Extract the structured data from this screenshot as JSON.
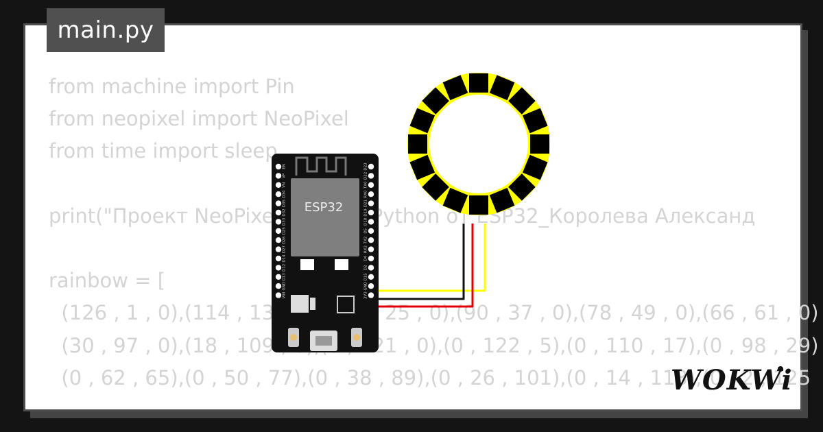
{
  "editor": {
    "tab_label": "main.py",
    "code_lines": [
      "from machine import Pin",
      "from neopixel import NeoPixel",
      "from time import sleep",
      "",
      "print(\"Проект NeoPixel на MicroPython от ESP32_Королева Александ",
      "",
      "rainbow = [",
      "  (126 , 1 , 0),(114 , 13 , 0),(102 , 25 , 0),(90 , 37 , 0),(78 , 49 , 0),(66 , 61 , 0)",
      "  (30 , 97 , 0),(18 , 109 , 0),(6 , 121 , 0),(0 , 122 , 5),(0 , 110 , 17),(0 , 98 , 29)",
      "  (0 , 62 , 65),(0 , 50 , 77),(0 , 38 , 89),(0 , 26 , 101),(0 , 14 , 113),(0 , 2 , 125"
    ]
  },
  "board": {
    "chip_label": "ESP32",
    "left_pins": [
      "EN",
      "VP",
      "VN",
      "D34",
      "D35",
      "D32",
      "D33",
      "D25",
      "D26",
      "D27",
      "D14",
      "D12",
      "D13",
      "GND",
      "VIN"
    ],
    "right_pins": [
      "D23",
      "D22",
      "TX0",
      "RX0",
      "D21",
      "D19",
      "D18",
      "D5",
      "TX2",
      "RX2",
      "D4",
      "D2",
      "D15",
      "GND",
      "3V3"
    ]
  },
  "neopixel_ring": {
    "pixel_count": 16,
    "color": "#ffff00"
  },
  "wires": {
    "colors": [
      "#ffff00",
      "#000000",
      "#e00000"
    ]
  },
  "logo": {
    "text": "WOKWi"
  },
  "colors": {
    "background": "#141414",
    "sheet": "#ffffff",
    "tab": "#505050",
    "code": "#d4d4d4"
  }
}
